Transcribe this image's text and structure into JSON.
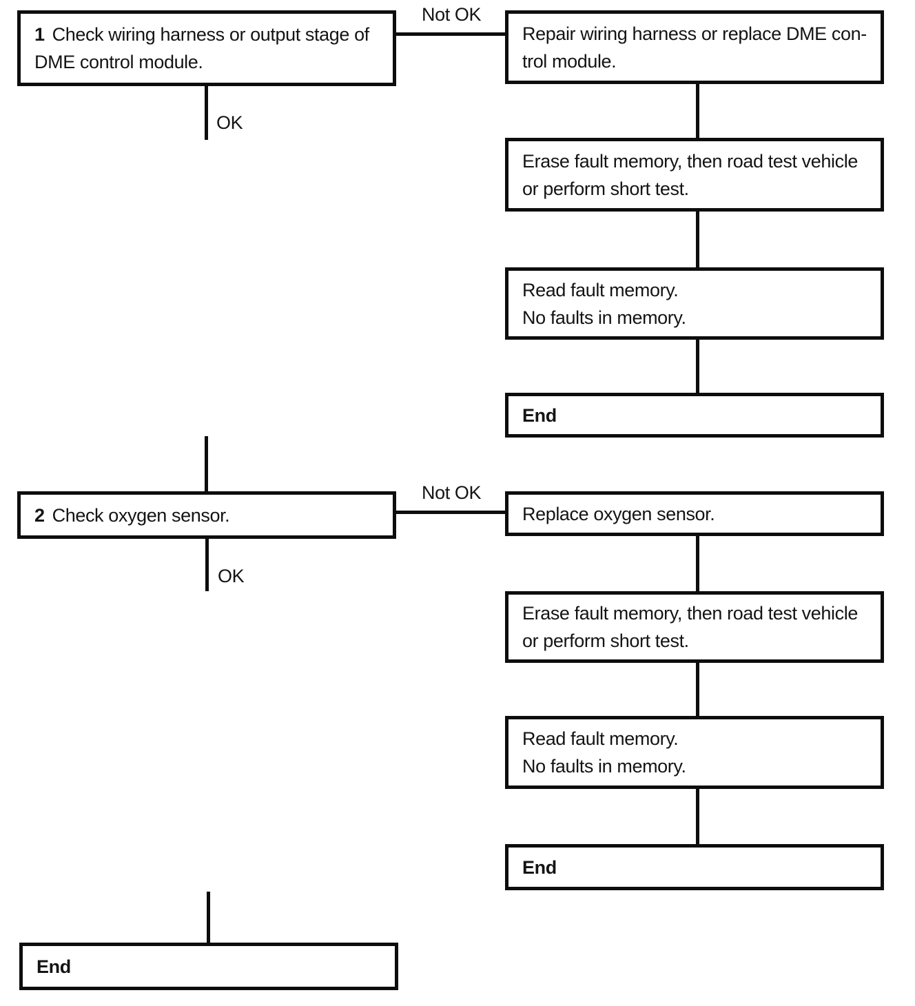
{
  "labels": {
    "ok": "OK",
    "not_ok": "Not OK"
  },
  "flow1": {
    "check": {
      "number": "1",
      "lines": [
        "Check wiring harness or output stage of",
        "DME control module."
      ]
    },
    "repair": {
      "lines": [
        "Repair wiring harness or replace DME con-",
        "trol module."
      ]
    },
    "erase": {
      "lines": [
        "Erase fault memory, then road test vehicle",
        "or perform short test."
      ]
    },
    "read": {
      "lines": [
        "Read fault memory.",
        "No faults in memory."
      ]
    },
    "end_label": "End"
  },
  "flow2": {
    "check": {
      "number": "2",
      "lines": [
        "Check oxygen sensor."
      ]
    },
    "replace": {
      "lines": [
        "Replace oxygen sensor."
      ]
    },
    "erase": {
      "lines": [
        "Erase fault memory, then road test vehicle",
        "or perform short test."
      ]
    },
    "read": {
      "lines": [
        "Read fault memory.",
        "No faults in memory."
      ]
    },
    "end_label": "End"
  },
  "final_end_label": "End",
  "colors": {
    "line": "#0d0d0d",
    "background": "#ffffff",
    "text": "#141414"
  }
}
